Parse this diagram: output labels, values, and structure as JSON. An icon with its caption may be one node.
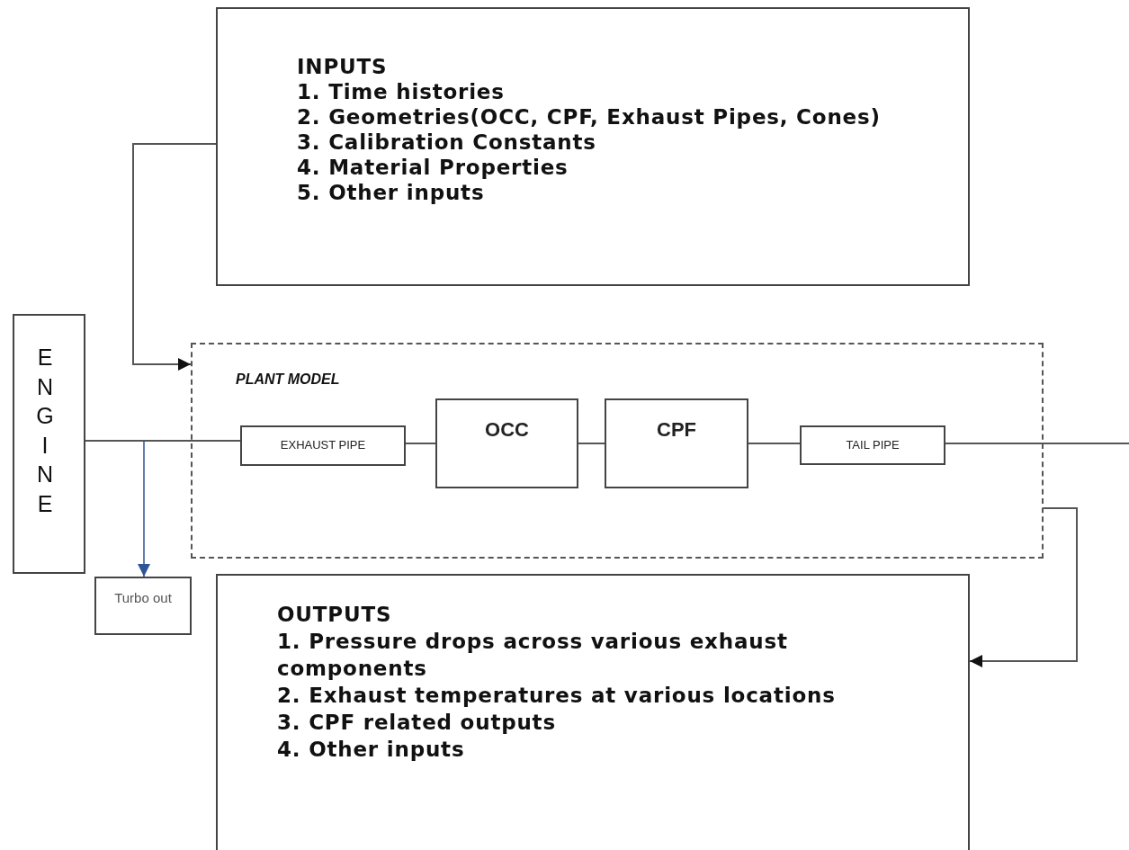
{
  "diagram": {
    "nodes": [
      {
        "text": [
          "INPUTS",
          "1. Time histories",
          "2. Geometries(OCC, CPF, Exhaust Pipes, Cones)",
          "3. Calibration Constants",
          "4. Material Properties",
          "5. Other inputs"
        ]
      },
      {
        "text": [
          "ENGINE"
        ]
      },
      {
        "text": [
          "PLANT MODEL"
        ]
      },
      {
        "text": [
          "EXHAUST PIPE"
        ],
        "in": 2
      },
      {
        "text": [
          "OCC"
        ],
        "in": 2
      },
      {
        "text": [
          "CPF"
        ],
        "in": 2
      },
      {
        "text": [
          "TAIL PIPE"
        ],
        "in": 2
      },
      {
        "text": [
          "Turbo out"
        ]
      },
      {
        "text": [
          "OUTPUTS",
          "1. Pressure drops across various exhaust components",
          "2. Exhaust temperatures at various locations",
          "3. CPF related outputs",
          "4. Other inputs"
        ]
      }
    ],
    "edges": [
      {
        "from": 0,
        "to": 2,
        "arrow": "to"
      },
      {
        "from": 1,
        "to": 7,
        "arrow": "to",
        "color": "#2f5597"
      },
      {
        "from": 1,
        "to": 3,
        "arrow": "none"
      },
      {
        "from": 3,
        "to": 4,
        "arrow": "none"
      },
      {
        "from": 4,
        "to": 5,
        "arrow": "none"
      },
      {
        "from": 5,
        "to": 6,
        "arrow": "none"
      },
      {
        "from": 6,
        "to": null,
        "arrow": "none"
      },
      {
        "from": 2,
        "to": 8,
        "arrow": "to"
      }
    ]
  }
}
